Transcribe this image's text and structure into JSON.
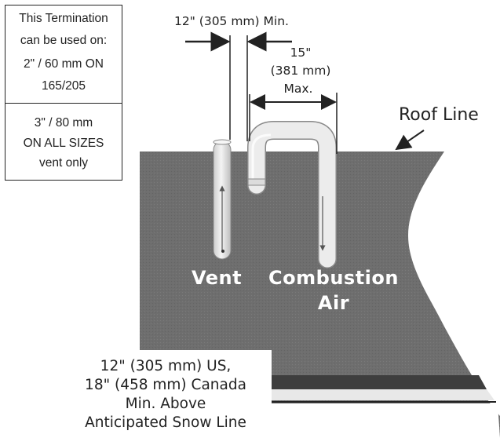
{
  "info_box": {
    "line1": "This Termination",
    "line2": "can be used on:",
    "line3": "2\" / 60 mm ON",
    "line4": "165/205",
    "line5": "3\" / 80 mm",
    "line6": "ON ALL SIZES",
    "line7": "vent only"
  },
  "dimensions": {
    "min_spacing": "12\" (305 mm) Min.",
    "max_spacing_line1": "15\"",
    "max_spacing_line2": "(381 mm)",
    "max_spacing_line3": "Max."
  },
  "labels": {
    "roof_line": "Roof Line",
    "vent": "Vent",
    "combustion_line1": "Combustion",
    "combustion_line2": "Air"
  },
  "snow_note": {
    "line1": "12\" (305 mm) US,",
    "line2": "18\" (458 mm) Canada",
    "line3": "Min.  Above",
    "line4": "Anticipated Snow Line"
  },
  "colors": {
    "roof": "#6e6e6e",
    "pipe": "#e6e6e6",
    "outline": "#222222"
  }
}
